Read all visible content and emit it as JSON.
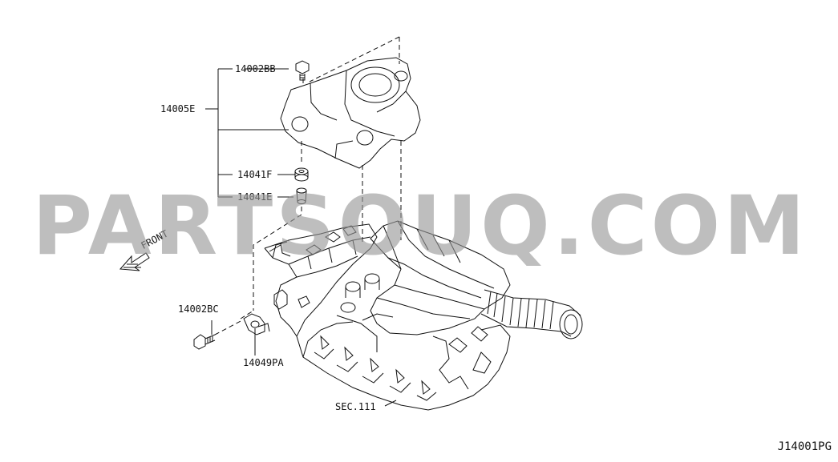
{
  "labels": {
    "bolt_top": "14002BB",
    "cover": "14005E",
    "insulator": "14041F",
    "collar": "14041E",
    "bolt_side": "14002BC",
    "bracket": "14049PA",
    "section": "SEC.111",
    "front": "FRONT"
  },
  "watermark": "PARTSOUQ.COM",
  "diagram_code": "J14001PG",
  "colors": {
    "line": "#111111",
    "watermark": "#969696"
  }
}
